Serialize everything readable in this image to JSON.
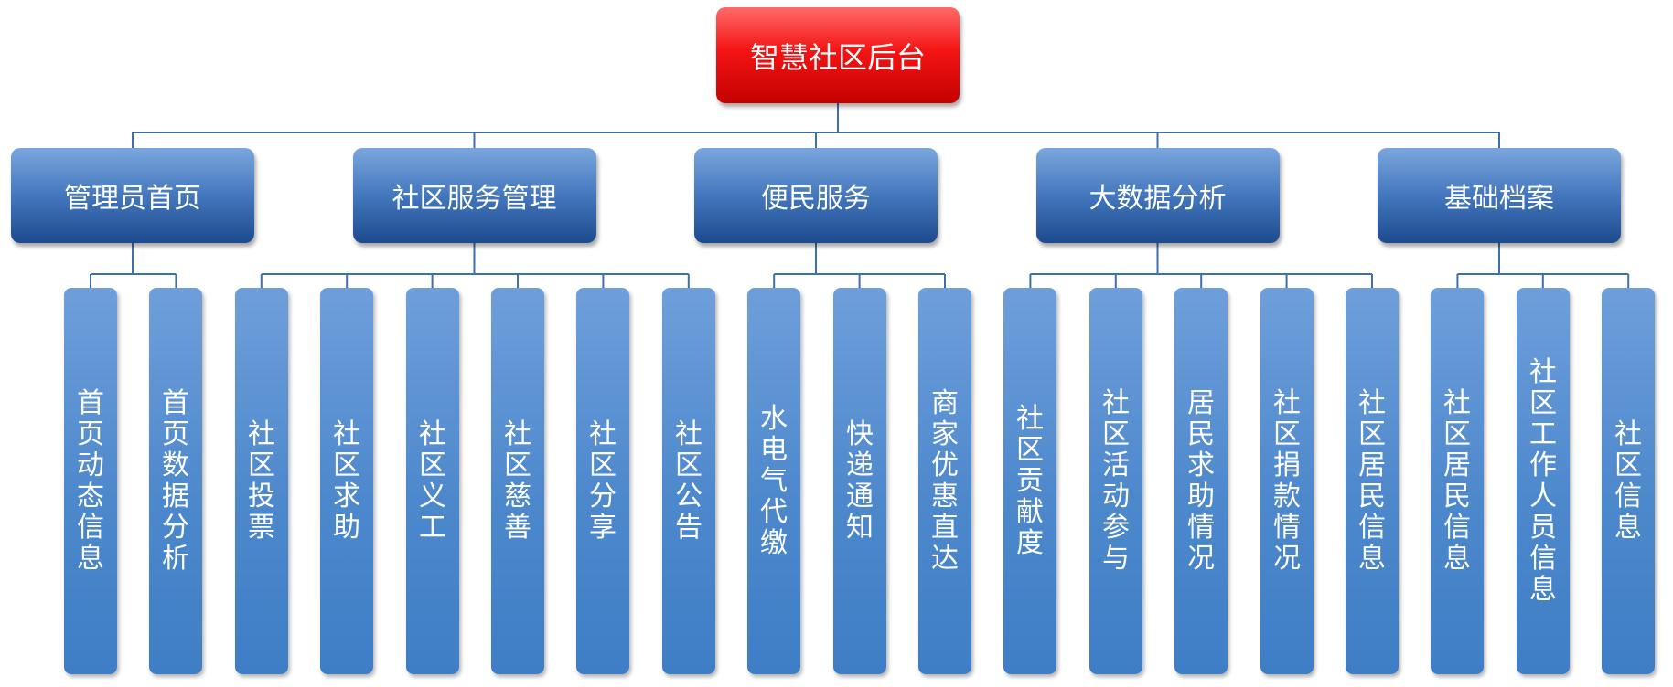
{
  "diagram": {
    "root": "智慧社区后台",
    "branches": [
      {
        "label": "管理员首页",
        "children": [
          "首页动态信息",
          "首页数据分析"
        ]
      },
      {
        "label": "社区服务管理",
        "children": [
          "社区投票",
          "社区求助",
          "社区义工",
          "社区慈善",
          "社区分享",
          "社区公告"
        ]
      },
      {
        "label": "便民服务",
        "children": [
          "水电气代缴",
          "快递通知",
          "商家优惠直达"
        ]
      },
      {
        "label": "大数据分析",
        "children": [
          "社区贡献度",
          "社区活动参与",
          "居民求助情况",
          "社区捐款情况",
          "社区居民信息"
        ]
      },
      {
        "label": "基础档案",
        "children": [
          "社区居民信息",
          "社区工作人员信息",
          "社区信息"
        ]
      }
    ],
    "colors": {
      "root": "#e01010",
      "branch": "#3a6fb5",
      "leaf": "#4d88cc",
      "connector": "#3e6fae",
      "text": "#ffffff"
    }
  }
}
